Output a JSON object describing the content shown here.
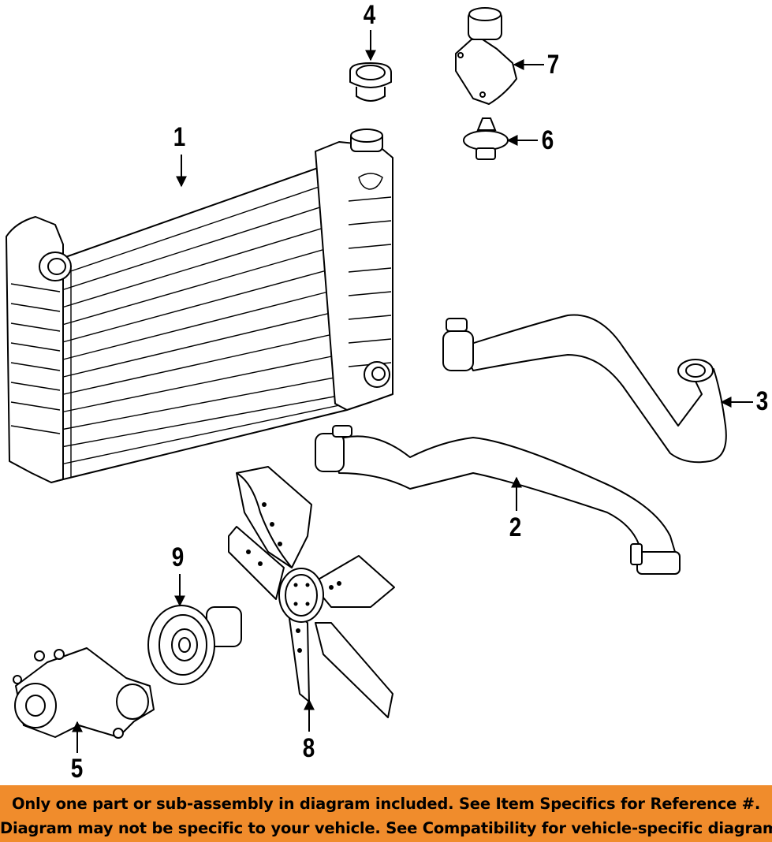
{
  "callouts": {
    "c1": "1",
    "c2": "2",
    "c3": "3",
    "c4": "4",
    "c5": "5",
    "c6": "6",
    "c7": "7",
    "c8": "8",
    "c9": "9"
  },
  "banner": {
    "line1": "Only one part or sub-assembly in diagram included. See Item Specifics for Reference #.",
    "line2": "Diagram may not be specific to your vehicle. See Compatibility for vehicle-specific diagrams.",
    "color": "#f08c2c"
  }
}
